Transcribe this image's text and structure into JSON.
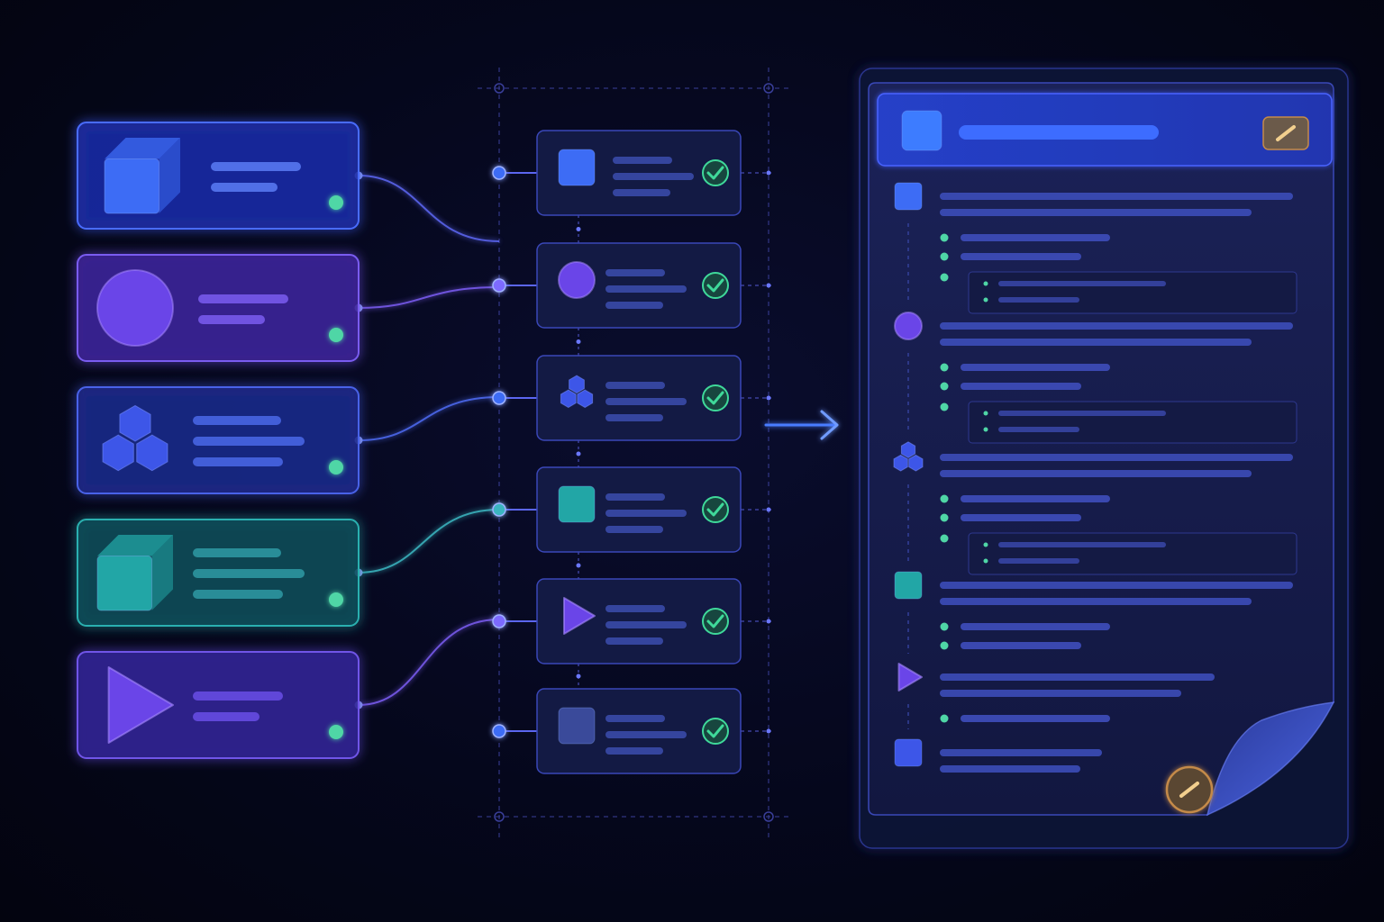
{
  "colors": {
    "background": "#05071c",
    "blue": "#3d6cf5",
    "violet": "#6a45e8",
    "teal": "#22a6a6",
    "status_green": "#4fd6a6",
    "check_green": "#3fd99a",
    "connector": "#5b66f0",
    "grid_line": "#3a3f9a",
    "doc_panel": "#161c4a",
    "accent_gold": "#c48a4a"
  },
  "source_cards": [
    {
      "icon": "cube-icon",
      "color": "#3d6cf5",
      "lines": 2,
      "status": "active"
    },
    {
      "icon": "circle-icon",
      "color": "#6a45e8",
      "lines": 2,
      "status": "active"
    },
    {
      "icon": "hexagon-cluster-icon",
      "color": "#3d56e8",
      "lines": 3,
      "status": "active"
    },
    {
      "icon": "cube-icon",
      "color": "#22a6a6",
      "lines": 3,
      "status": "active"
    },
    {
      "icon": "play-triangle-icon",
      "color": "#6a45e8",
      "lines": 2,
      "status": "active"
    }
  ],
  "step_cards": [
    {
      "icon": "square-icon",
      "color": "#3d6cf5",
      "checked": true
    },
    {
      "icon": "circle-icon",
      "color": "#6a45e8",
      "checked": true
    },
    {
      "icon": "hexagon-cluster-icon",
      "color": "#3d56e8",
      "checked": true
    },
    {
      "icon": "square-icon",
      "color": "#22a6a6",
      "checked": true
    },
    {
      "icon": "play-triangle-icon",
      "color": "#6a45e8",
      "checked": true
    },
    {
      "icon": "square-icon",
      "color": "#3a4a9a",
      "checked": true
    }
  ],
  "document": {
    "header_icon": "square-icon",
    "edit_icon": "pencil-icon",
    "sections": [
      {
        "icon": "square-icon",
        "color": "#3d6cf5",
        "bullets": 3,
        "nested_block": true
      },
      {
        "icon": "circle-icon",
        "color": "#6a45e8",
        "bullets": 3,
        "nested_block": true
      },
      {
        "icon": "hexagon-cluster-icon",
        "color": "#3d56e8",
        "bullets": 3,
        "nested_block": true
      },
      {
        "icon": "square-icon",
        "color": "#22a6a6",
        "bullets": 2,
        "nested_block": false
      },
      {
        "icon": "play-triangle-icon",
        "color": "#6a45e8",
        "bullets": 1,
        "nested_block": false
      },
      {
        "icon": "square-icon",
        "color": "#3d56e8",
        "bullets": 0,
        "nested_block": false
      }
    ],
    "footer_icon": "pencil-icon"
  },
  "flow_arrow_icon": "arrow-right-icon"
}
